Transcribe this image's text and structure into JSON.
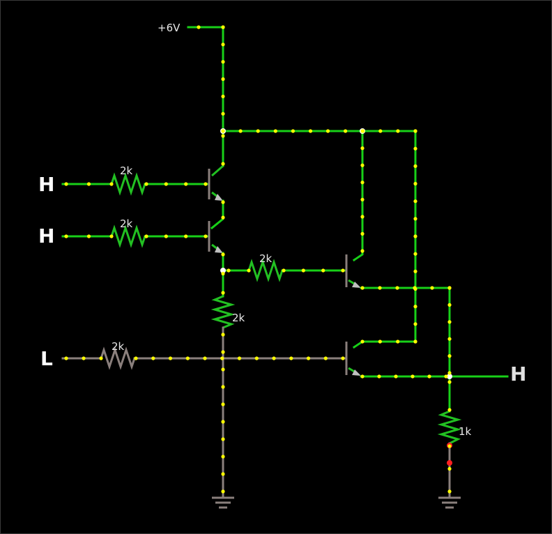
{
  "supply": {
    "label": "+6V"
  },
  "inputs": [
    {
      "label": "H",
      "resistor": "2k"
    },
    {
      "label": "H",
      "resistor": "2k"
    },
    {
      "label": "L",
      "resistor": "2k"
    }
  ],
  "base_resistor": "2k",
  "pulldown_resistor": "2k",
  "output": {
    "label": "H",
    "resistor": "1k"
  },
  "colors": {
    "wire_active": "#18d018",
    "wire_inactive": "#8a7f7c",
    "current_dot": "#ffff00",
    "node": "#ffffff",
    "background": "#000000"
  }
}
